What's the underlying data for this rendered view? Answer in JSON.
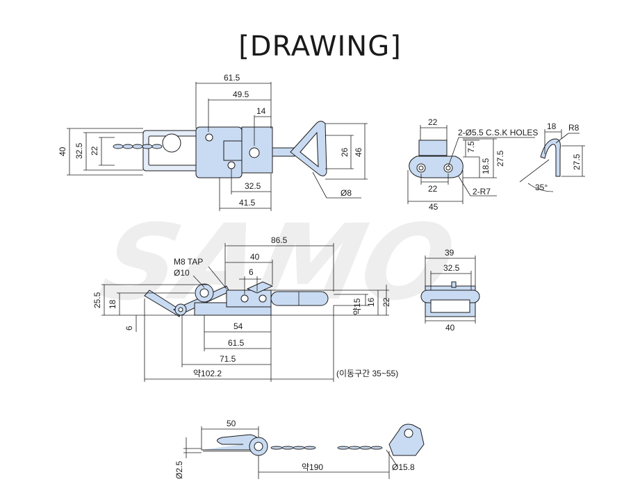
{
  "title": "[DRAWING]",
  "watermark": "SAMO",
  "view_top": {
    "dims": [
      "61.5",
      "49.5",
      "14",
      "40",
      "32.5",
      "22",
      "26",
      "46",
      "32.5",
      "41.5",
      "Ø8"
    ]
  },
  "view_bracket": {
    "dims": [
      "22",
      "2-Ø5.5 C.S.K HOLES",
      "7.5",
      "18.5",
      "27.5",
      "22",
      "45",
      "2-R7"
    ]
  },
  "view_hook": {
    "dims": [
      "18",
      "R8",
      "27.5",
      "35°"
    ]
  },
  "view_side": {
    "dims": [
      "86.5",
      "M8 TAP",
      "Ø10",
      "40",
      "6",
      "25.5",
      "18",
      "6",
      "약15",
      "16",
      "22",
      "54",
      "61.5",
      "71.5",
      "약102.2",
      "(이동구간 35~55)"
    ]
  },
  "view_end": {
    "dims": [
      "39",
      "32.5",
      "40"
    ]
  },
  "view_pin": {
    "dims": [
      "50",
      "Ø2.5",
      "약190",
      "Ø15.8"
    ]
  }
}
